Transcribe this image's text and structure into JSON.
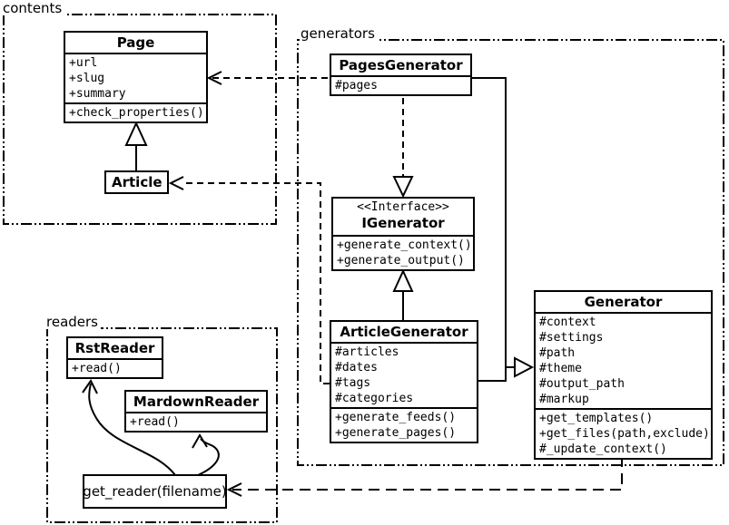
{
  "packages": {
    "contents": {
      "label": "contents"
    },
    "generators": {
      "label": "generators"
    },
    "readers": {
      "label": "readers"
    }
  },
  "classes": {
    "page": {
      "name": "Page",
      "attributes": [
        "+url",
        "+slug",
        "+summary"
      ],
      "methods": [
        "+check_properties()"
      ]
    },
    "article": {
      "name": "Article"
    },
    "pages_generator": {
      "name": "PagesGenerator",
      "attributes": [
        "#pages"
      ]
    },
    "igenerator": {
      "stereotype": "<<Interface>>",
      "name": "IGenerator",
      "methods": [
        "+generate_context()",
        "+generate_output()"
      ]
    },
    "article_generator": {
      "name": "ArticleGenerator",
      "attributes": [
        "#articles",
        "#dates",
        "#tags",
        "#categories"
      ],
      "methods": [
        "+generate_feeds()",
        "+generate_pages()"
      ]
    },
    "generator": {
      "name": "Generator",
      "attributes": [
        "#context",
        "#settings",
        "#path",
        "#theme",
        "#output_path",
        "#markup"
      ],
      "methods": [
        "+get_templates()",
        "+get_files(path,exclude)",
        "#_update_context()"
      ]
    },
    "rst_reader": {
      "name": "RstReader",
      "methods": [
        "+read()"
      ]
    },
    "markdown_reader": {
      "name": "MardownReader",
      "methods": [
        "+read()"
      ]
    },
    "get_reader": {
      "name": "get_reader(filename)"
    }
  },
  "relationships": [
    {
      "from": "Article",
      "to": "Page",
      "type": "generalization"
    },
    {
      "from": "PagesGenerator",
      "to": "Page",
      "type": "dependency"
    },
    {
      "from": "ArticleGenerator",
      "to": "Article",
      "type": "dependency"
    },
    {
      "from": "PagesGenerator",
      "to": "IGenerator",
      "type": "realization"
    },
    {
      "from": "ArticleGenerator",
      "to": "IGenerator",
      "type": "generalization"
    },
    {
      "from": "PagesGenerator",
      "to": "Generator",
      "type": "generalization"
    },
    {
      "from": "ArticleGenerator",
      "to": "Generator",
      "type": "generalization"
    },
    {
      "from": "Generator",
      "to": "get_reader(filename)",
      "type": "dependency"
    },
    {
      "from": "get_reader(filename)",
      "to": "RstReader",
      "type": "association"
    },
    {
      "from": "get_reader(filename)",
      "to": "MardownReader",
      "type": "association"
    }
  ],
  "colors": {
    "line": "#000000",
    "background": "#ffffff"
  }
}
